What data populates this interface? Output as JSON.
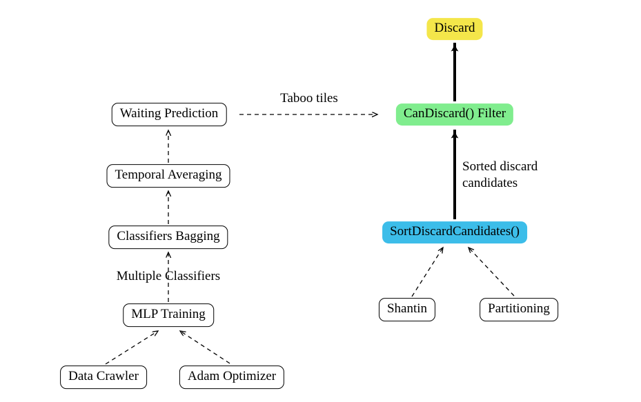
{
  "nodes": {
    "discard": {
      "label": "Discard"
    },
    "can_discard_filter": {
      "label": "CanDiscard() Filter"
    },
    "sort_discard_candidates": {
      "label": "SortDiscardCandidates()"
    },
    "waiting_prediction": {
      "label": "Waiting Prediction"
    },
    "temporal_averaging": {
      "label": "Temporal Averaging"
    },
    "classifiers_bagging": {
      "label": "Classifiers Bagging"
    },
    "mlp_training": {
      "label": "MLP Training"
    },
    "data_crawler": {
      "label": "Data Crawler"
    },
    "adam_optimizer": {
      "label": "Adam Optimizer"
    },
    "shantin": {
      "label": "Shantin"
    },
    "partitioning": {
      "label": "Partitioning"
    }
  },
  "edge_labels": {
    "taboo_tiles": "Taboo tiles",
    "multiple_classifiers": "Multiple Classifiers",
    "sorted_discard_candidates": "Sorted discard candidates"
  },
  "colors": {
    "discard_bg": "#f4e64a",
    "can_discard_filter_bg": "#80ed8e",
    "sort_discard_candidates_bg": "#3cbde9",
    "plain_node_bg": "#ffffff",
    "node_border": "#000000",
    "arrow": "#000000",
    "background": "#ffffff"
  }
}
